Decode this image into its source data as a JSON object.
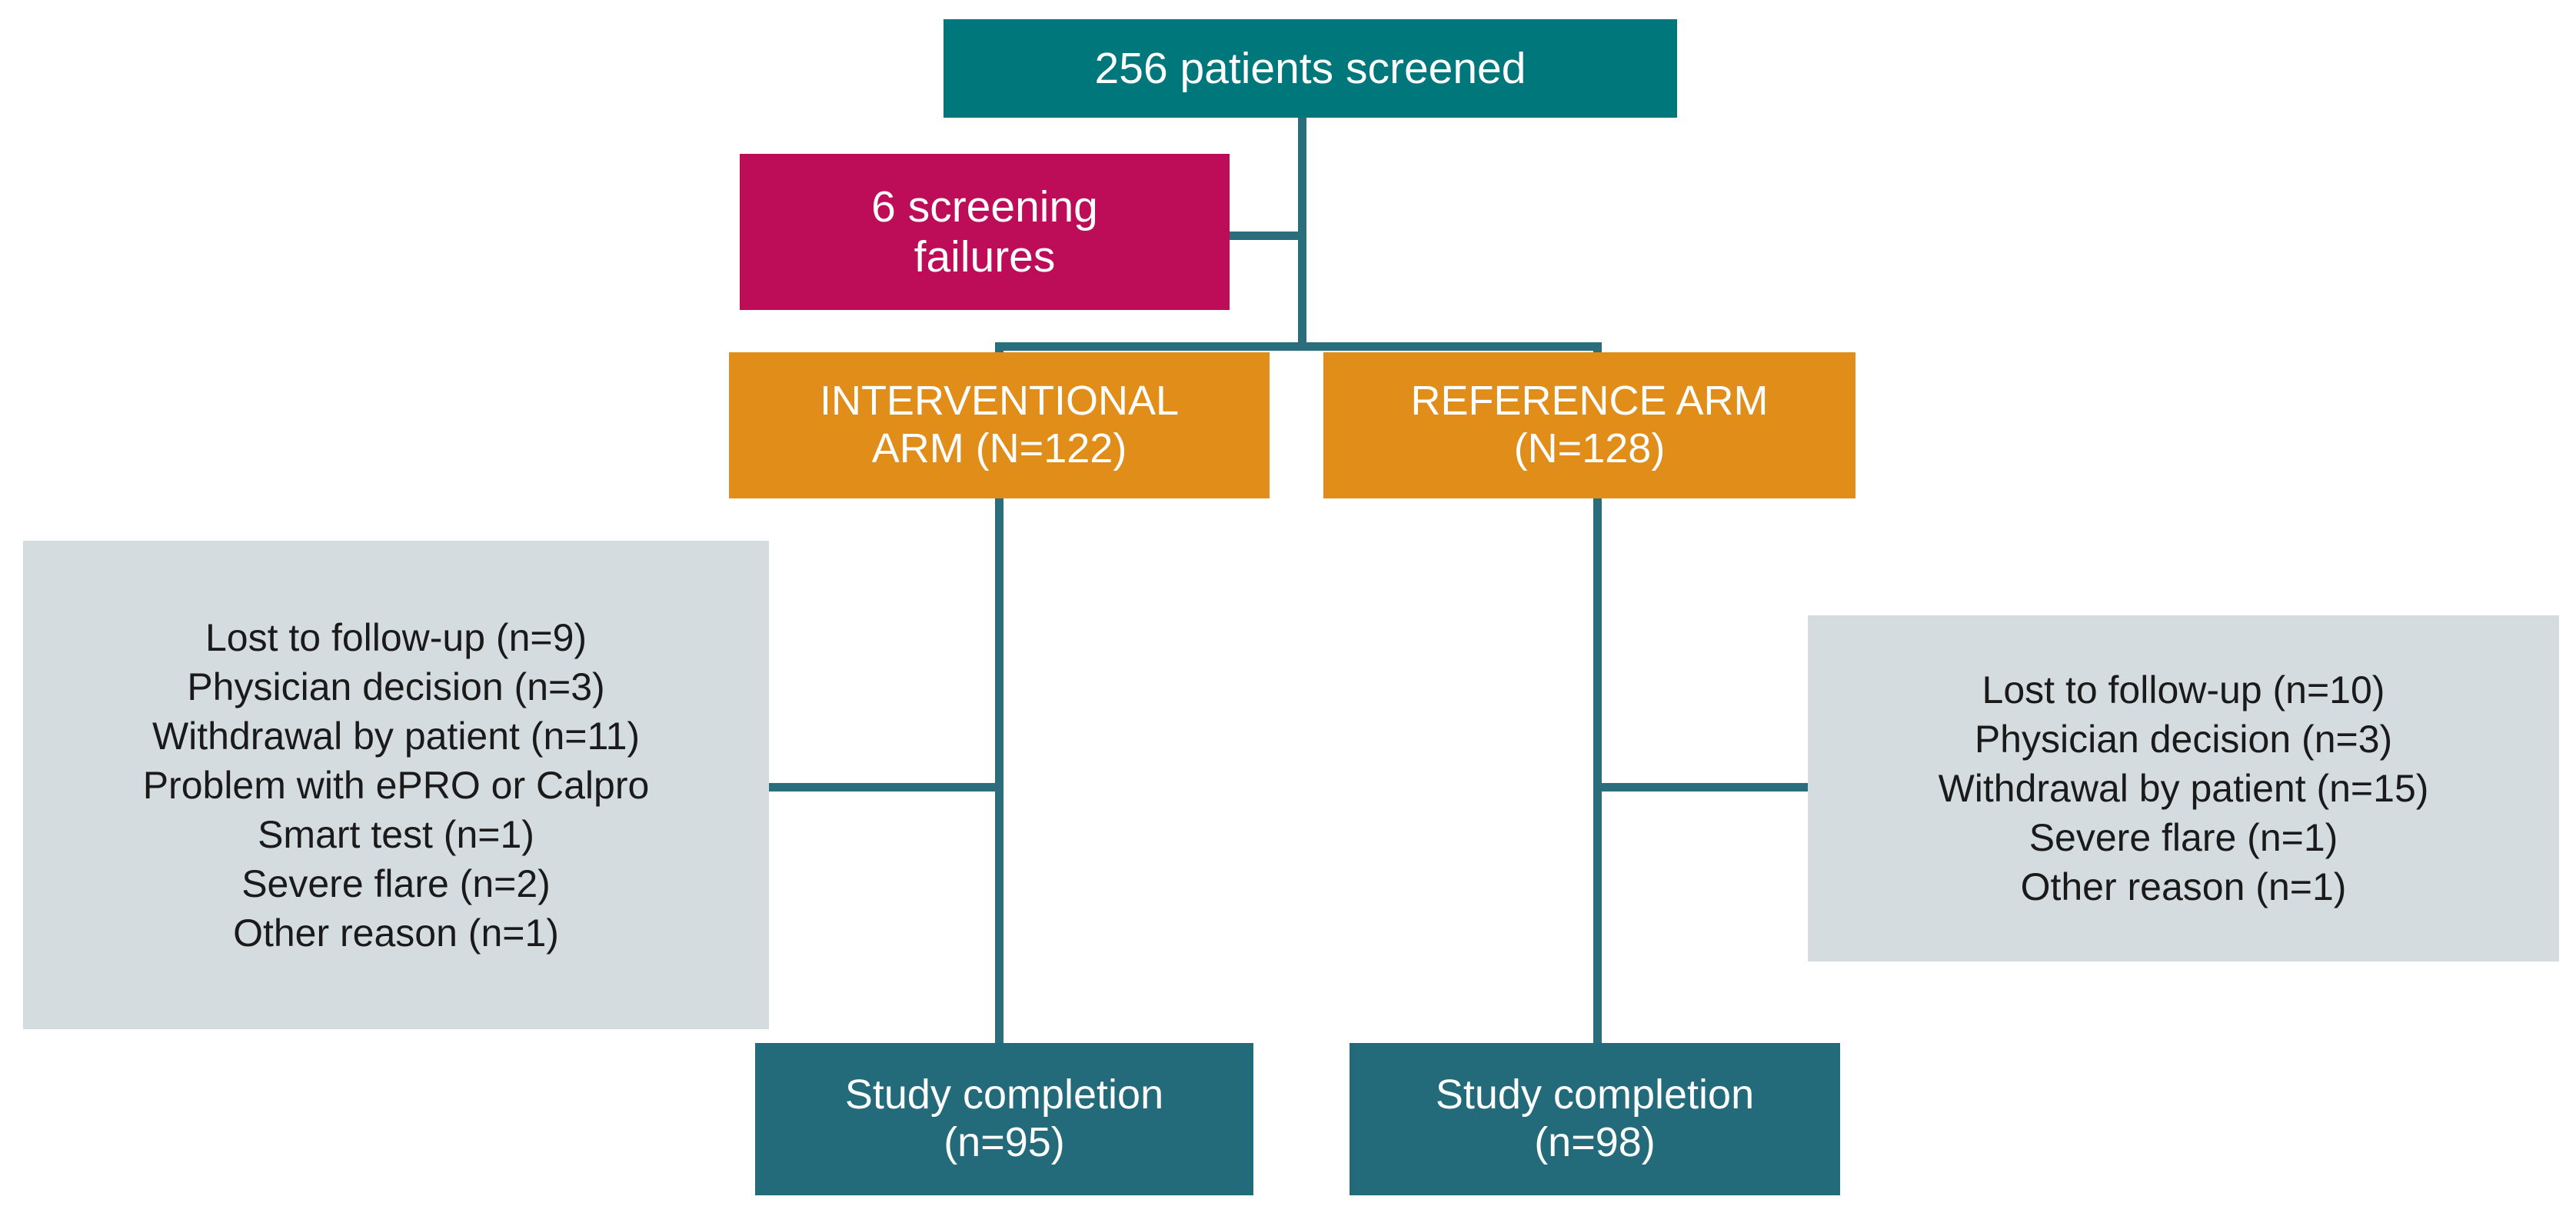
{
  "flowchart": {
    "title_color": "#00787B",
    "colors": {
      "screened": "#00787B",
      "screening_failures": "#BD0C58",
      "arm": "#E08D1A",
      "dropout": "#D4DCE0",
      "completion": "#236B7B",
      "connector": "#2A6E7E"
    },
    "screened": {
      "label": "256 patients screened",
      "count": 256
    },
    "screening_failures": {
      "line1": "6 screening",
      "line2": "failures",
      "count": 6
    },
    "arms": [
      {
        "name": "interventional",
        "line1": "INTERVENTIONAL",
        "line2": "ARM (N=122)",
        "n": 122
      },
      {
        "name": "reference",
        "line1": "REFERENCE ARM",
        "line2": "(N=128)",
        "n": 128
      }
    ],
    "dropouts": {
      "interventional": [
        "Lost to follow-up (n=9)",
        "Physician decision (n=3)",
        "Withdrawal by patient (n=11)",
        "Problem with ePRO or Calpro",
        "Smart test (n=1)",
        "Severe flare (n=2)",
        "Other reason (n=1)"
      ],
      "reference": [
        "Lost to follow-up (n=10)",
        "Physician decision (n=3)",
        "Withdrawal by patient (n=15)",
        "Severe flare (n=1)",
        "Other reason (n=1)"
      ]
    },
    "completion": [
      {
        "name": "interventional",
        "line1": "Study completion",
        "line2": "(n=95)",
        "n": 95
      },
      {
        "name": "reference",
        "line1": "Study completion",
        "line2": "(n=98)",
        "n": 98
      }
    ]
  }
}
